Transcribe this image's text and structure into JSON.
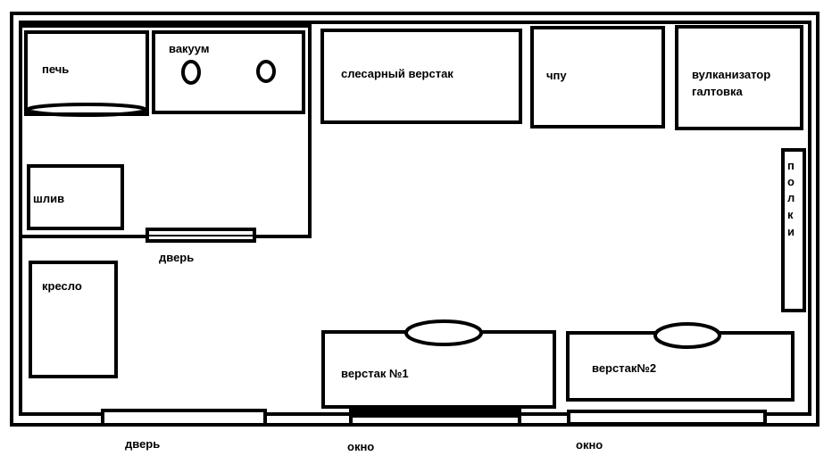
{
  "title": "Floor plan",
  "colors": {
    "line": "#000000",
    "background": "#ffffff"
  },
  "labels": {
    "oven": "печь",
    "vacuum": "вакуум",
    "grinder": "шлив",
    "inner_door": "дверь",
    "chair": "кресло",
    "locksmith_bench": "слесарный верстак",
    "cnc": "чпу",
    "vulcanizer": "вулканизатор",
    "tumbler": "галтовка",
    "shelves": [
      "п",
      "о",
      "л",
      "к",
      "и"
    ],
    "bench1": "верстак №1",
    "bench2": "верстак№2",
    "outer_door": "дверь",
    "window1": "окно",
    "window2": "окно"
  }
}
